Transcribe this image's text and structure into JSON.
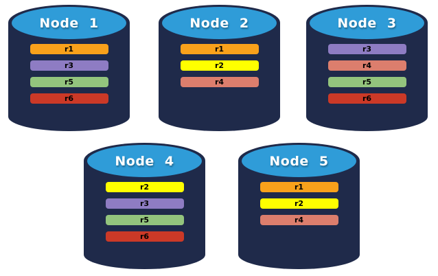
{
  "nodes": [
    {
      "label": "Node 1",
      "replicas": [
        "r1",
        "r3",
        "r5",
        "r6"
      ]
    },
    {
      "label": "Node 2",
      "replicas": [
        "r1",
        "r2",
        "r4"
      ]
    },
    {
      "label": "Node 3",
      "replicas": [
        "r3",
        "r4",
        "r5",
        "r6"
      ]
    },
    {
      "label": "Node 4",
      "replicas": [
        "r2",
        "r3",
        "r5",
        "r6"
      ]
    },
    {
      "label": "Node 5",
      "replicas": [
        "r1",
        "r2",
        "r4"
      ]
    }
  ],
  "replica_colors": {
    "r1": "#F9A11B",
    "r2": "#FFFF00",
    "r3": "#8E7CC3",
    "r4": "#DC7E6D",
    "r5": "#93C47D",
    "r6": "#CB3927"
  },
  "colors": {
    "background": "#FFFFFF",
    "cylinder_body": "#1F2A4A",
    "cylinder_top": "#2F9CD8",
    "title_text": "#FFFFFF",
    "bar_text": "#000000"
  }
}
